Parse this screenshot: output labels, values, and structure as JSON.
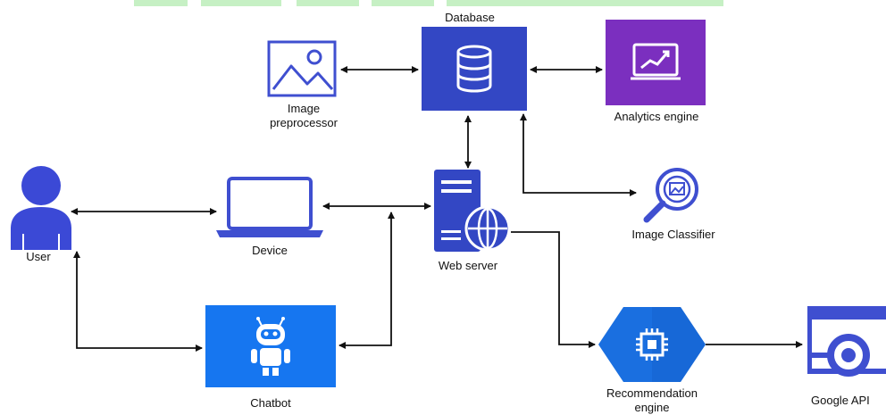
{
  "nodes": {
    "database": {
      "label": "Database",
      "color": "#3347c4",
      "icon": "database-icon"
    },
    "image_preprocessor": {
      "label_line1": "Image",
      "label_line2": "preprocessor",
      "color": "#3f4fd0",
      "icon": "image-icon"
    },
    "analytics_engine": {
      "label": "Analytics engine",
      "color": "#7b2fbf",
      "icon": "chart-trend-icon"
    },
    "user": {
      "label": "User",
      "color": "#3b49d6",
      "icon": "user-icon"
    },
    "device": {
      "label": "Device",
      "color": "#3f4fd0",
      "icon": "laptop-icon"
    },
    "web_server": {
      "label": "Web server",
      "color": "#3347c4",
      "icon": "server-globe-icon"
    },
    "image_classifier": {
      "label": "Image Classifier",
      "color": "#3f4fd0",
      "icon": "magnifier-image-icon"
    },
    "chatbot": {
      "label": "Chatbot",
      "color": "#1676f0",
      "icon": "robot-icon"
    },
    "recommendation_engine": {
      "label_line1": "Recommendation",
      "label_line2": "engine",
      "color": "#1a6fe0",
      "icon": "chip-icon"
    },
    "google_api": {
      "label": "Google API",
      "color": "#3f4fd0",
      "icon": "api-plug-icon"
    }
  },
  "colors": {
    "arrow": "#111111",
    "top_strip": "#c6f0c4"
  }
}
